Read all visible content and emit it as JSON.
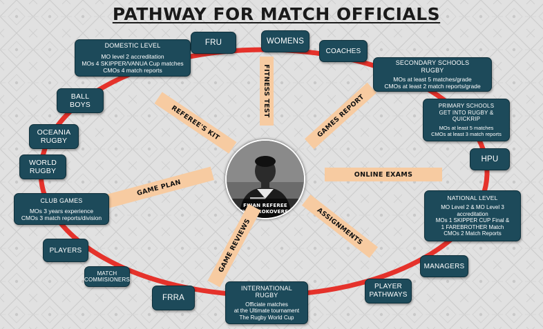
{
  "title": "PATHWAY FOR MATCH OFFICIALS",
  "colors": {
    "ring": "#e5322b",
    "node_fill": "#1d4a5a",
    "spoke_fill": "#f7cba1",
    "background": "#e3e3e3"
  },
  "center": {
    "line1": "FIJIAN REFEREE",
    "line2": "TEVITA ROKOVERENI",
    "photo_icon": "referee-portrait-icon"
  },
  "spokes": {
    "fitness_test": "FITNESS TEST",
    "games_report": "GAMES REPORT",
    "online_exams": "ONLINE EXAMS",
    "assignments": "ASSIGNMENTS",
    "game_reviews": "GAME REVIEWS",
    "game_plan": "GAME PLAN",
    "referees_kit": "REFEREE'S KIT"
  },
  "nodes": {
    "fru": {
      "title": "FRU"
    },
    "womens": {
      "title": "WOMENS"
    },
    "coaches": {
      "title": "COACHES"
    },
    "domestic": {
      "title": "DOMESTIC LEVEL",
      "lines": [
        "MO level 2 accreditation",
        "MOs 4 SKIPPER/VANUA Cup matches",
        "CMOs 4 match reports"
      ]
    },
    "secondary": {
      "title_lines": [
        "SECONDARY SCHOOLS",
        "RUGBY"
      ],
      "lines": [
        "MOs at least 5 matches/grade",
        "CMOs at least 2 match reports/grade"
      ]
    },
    "primary": {
      "title_lines": [
        "PRIMARY SCHOOLS",
        "GET INTO RUGBY &",
        "QUICKRIP"
      ],
      "lines": [
        "MOs at least 5 matches",
        "CMOs at least 3 match reports"
      ]
    },
    "hpu": {
      "title": "HPU"
    },
    "national": {
      "title": "NATIONAL LEVEL",
      "lines": [
        "MO Level 2 & MO Level 3",
        "accreditation",
        "MOs 1 SKIPPER CUP Final &",
        "1 FAREBROTHER Match",
        "CMOs 2 Match Reports"
      ]
    },
    "managers": {
      "title": "MANAGERS"
    },
    "player_pathways": {
      "title_lines": [
        "PLAYER",
        "PATHWAYS"
      ]
    },
    "international": {
      "title_lines": [
        "INTERNATIONAL",
        "RUGBY"
      ],
      "lines": [
        "Officiate matches",
        "at the Ultimate tournament",
        "The Rugby World Cup"
      ]
    },
    "frra": {
      "title": "FRRA"
    },
    "match_commissioners": {
      "title_lines": [
        "MATCH",
        "COMMISIONERS"
      ]
    },
    "players": {
      "title": "PLAYERS"
    },
    "club_games": {
      "title": "CLUB GAMES",
      "lines": [
        "MOs 3 years experience",
        "CMOs 3 match reports/division"
      ]
    },
    "world_rugby": {
      "title_lines": [
        "WORLD",
        "RUGBY"
      ]
    },
    "oceania_rugby": {
      "title_lines": [
        "OCEANIA",
        "RUGBY"
      ]
    },
    "ball_boys": {
      "title_lines": [
        "BALL",
        "BOYS"
      ]
    }
  }
}
